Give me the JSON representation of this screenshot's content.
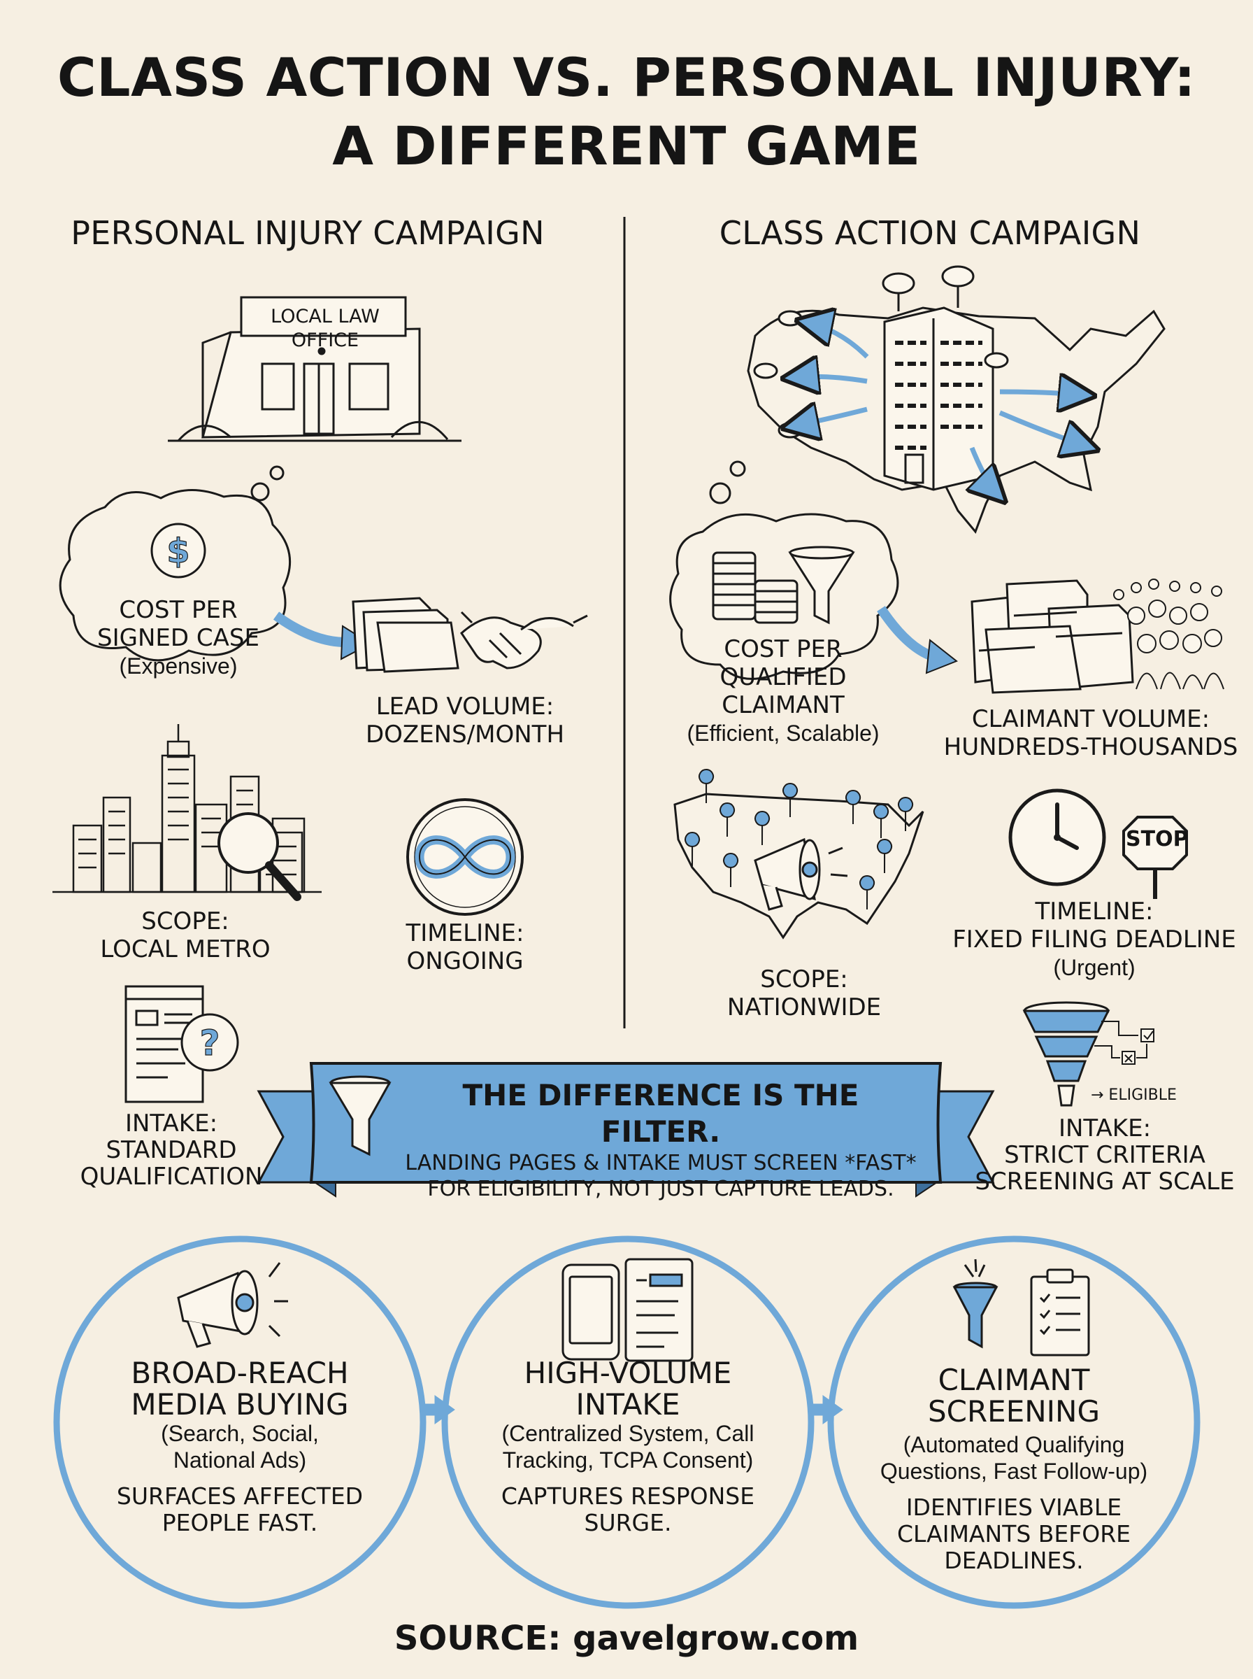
{
  "title_line1": "CLASS ACTION VS. PERSONAL INJURY:",
  "title_line2": "A DIFFERENT GAME",
  "left": {
    "heading": "PERSONAL INJURY CAMPAIGN",
    "office_sign": "LOCAL LAW OFFICE",
    "cost_line1": "COST PER",
    "cost_line2": "SIGNED CASE",
    "cost_note": "(Expensive)",
    "lead_line1": "LEAD VOLUME:",
    "lead_line2": "DOZENS/MONTH",
    "scope_line1": "SCOPE:",
    "scope_line2": "LOCAL METRO",
    "timeline_line1": "TIMELINE:",
    "timeline_line2": "ONGOING",
    "intake_line1": "INTAKE:",
    "intake_line2": "STANDARD",
    "intake_line3": "QUALIFICATION"
  },
  "right": {
    "heading": "CLASS ACTION CAMPAIGN",
    "cost_line1": "COST PER",
    "cost_line2": "QUALIFIED",
    "cost_line3": "CLAIMANT",
    "cost_note": "(Efficient, Scalable)",
    "volume_line1": "CLAIMANT VOLUME:",
    "volume_line2": "HUNDREDS-THOUSANDS",
    "scope_line1": "SCOPE:",
    "scope_line2": "NATIONWIDE",
    "stop_sign": "STOP",
    "timeline_line1": "TIMELINE:",
    "timeline_line2": "FIXED FILING DEADLINE",
    "timeline_note": "(Urgent)",
    "funnel_label": "→ ELIGIBLE",
    "intake_line1": "INTAKE:",
    "intake_line2": "STRICT CRITERIA",
    "intake_line3": "SCREENING AT SCALE"
  },
  "ribbon": {
    "headline": "THE DIFFERENCE IS THE FILTER.",
    "line1": "LANDING PAGES & INTAKE MUST SCREEN *FAST*",
    "line2": "FOR ELIGIBILITY, NOT JUST CAPTURE LEADS."
  },
  "steps": [
    {
      "title1": "BROAD-REACH",
      "title2": "MEDIA BUYING",
      "sub1": "(Search, Social,",
      "sub2": "National Ads)",
      "note1": "SURFACES AFFECTED",
      "note2": "PEOPLE FAST.",
      "note3": ""
    },
    {
      "title1": "HIGH-VOLUME",
      "title2": "INTAKE",
      "sub1": "(Centralized System, Call",
      "sub2": "Tracking, TCPA Consent)",
      "note1": "CAPTURES RESPONSE",
      "note2": "SURGE.",
      "note3": ""
    },
    {
      "title1": "CLAIMANT SCREENING",
      "title2": "",
      "sub1": "(Automated Qualifying",
      "sub2": "Questions, Fast Follow-up)",
      "note1": "IDENTIFIES VIABLE",
      "note2": "CLAIMANTS BEFORE",
      "note3": "DEADLINES."
    }
  ],
  "source": "SOURCE: gavelgrow.com",
  "colors": {
    "background": "#f6efe2",
    "accent_blue": "#6fa8d8",
    "ink": "#151515"
  }
}
